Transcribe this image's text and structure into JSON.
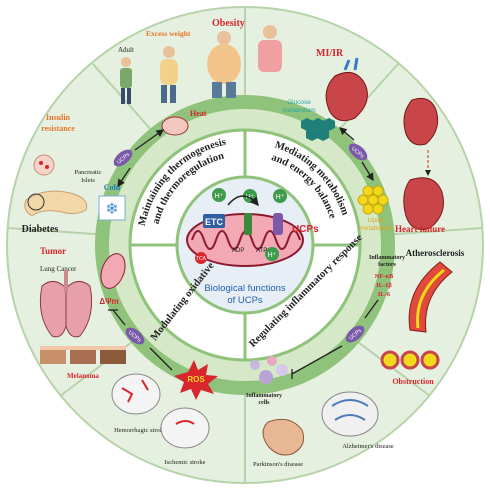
{
  "center": {
    "title_line1": "Biological functions",
    "title_line2": "of UCPs"
  },
  "mito": {
    "etc": "ETC",
    "ucps": "UCPs",
    "h1": "H⁺",
    "h2": "H⁺",
    "h3": "H⁺",
    "h4": "H⁺",
    "adp": "ADP",
    "atp": "ATP",
    "tca": "TCA"
  },
  "quadrants": {
    "q1_line1": "Maintaining thermogenesis",
    "q1_line2": "and thermoregulation",
    "q2_line1": "Mediating metabolism",
    "q2_line2": "and energy balance",
    "q3": "Modulating oxidative stress",
    "q4": "Regulating inflammatory response"
  },
  "ring": {
    "heat": "Heat",
    "cold": "Cold",
    "glucose_line1": "Glucose",
    "glucose_line2": "metabolism",
    "lipids_line1": "Lipids",
    "lipids_line2": "metabolism",
    "inflam_line1": "Inflammatory",
    "inflam_line2": "factors",
    "nfkb": "NF-κB",
    "il1b": "IL-1β",
    "il6": "IL-6",
    "inflam_cells_line1": "Inflammatory",
    "inflam_cells_line2": "cells",
    "ros": "ROS",
    "dpsi": "ΔΨm",
    "ucps_badge": "UCPs"
  },
  "outer": {
    "obesity": "Obesity",
    "excess_weight": "Excess weight",
    "adult": "Adult",
    "miir": "MI/IR",
    "heart_failure": "Heart failure",
    "atherosclerosis": "Atherosclerosis",
    "obstruction": "Obstruction",
    "alzheimers": "Alzheimer's disease",
    "parkinsons": "Parkinson's disease",
    "ischemic": "Ischemic stroke",
    "hemorrhagic": "Hemorrhagic stroke",
    "melanoma": "Melanoma",
    "tumor": "Tumor",
    "lung_cancer": "Lung Cancer",
    "diabetes": "Diabetes",
    "pancreatic_line1": "Pancreatic",
    "pancreatic_line2": "Islets",
    "insulin_line1": "Insulin",
    "insulin_line2": "resistance"
  },
  "colors": {
    "outer_ring": "#e5f0e0",
    "mid_ring": "#8fc27a",
    "quad_ring": "#ffffff",
    "center": "#e8eef5",
    "accent_red": "#d8262c",
    "accent_orange": "#e8742a",
    "ucp_purple": "#7a5aa8"
  }
}
